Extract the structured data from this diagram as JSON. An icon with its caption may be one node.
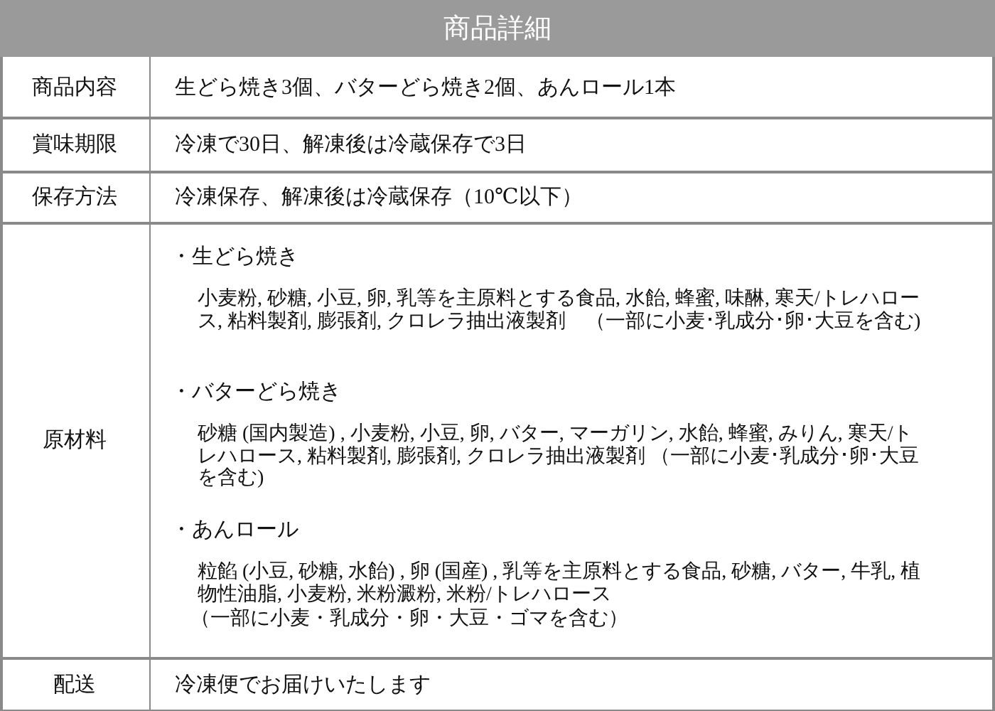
{
  "diagram": {
    "title": "商品詳細",
    "labels": [
      "商品内容",
      "生どら焼き3個、バターどら焼き2個、あんロール1本",
      "賞味期限",
      "冷凍で30日、解凍後は冷蔵保存で3日",
      "保存方法",
      "冷凍保存、解凍後は冷蔵保存（10℃以下）",
      "原材料",
      "・生どら焼き",
      "小麦粉, 砂糖, 小豆, 卵, 乳等を主原料とする食品, 水飴, 蜂蜜, 味醂, 寒天/トレハロース, 粘料製剤, 膨張剤, クロレラ抽出液製剤　（一部に小麦･乳成分･卵･大豆を含む)",
      "・バターどら焼き",
      "砂糖 (国内製造) , 小麦粉, 小豆, 卵, バター, マーガリン, 水飴, 蜂蜜, みりん, 寒天/トレハロース, 粘料製剤, 膨張剤, クロレラ抽出液製剤 （一部に小麦･乳成分･卵･大豆を含む)",
      "・あんロール",
      "粒餡 (小豆, 砂糖, 水飴) , 卵 (国産) , 乳等を主原料とする食品, 砂糖, バター, 牛乳, 植物性油脂, 小麦粉, 米粉澱粉, 米粉/トレハロース",
      "（一部に小麦・乳成分・卵・大豆・ゴマを含む）",
      "配送",
      "冷凍便でお届けいたします"
    ]
  }
}
